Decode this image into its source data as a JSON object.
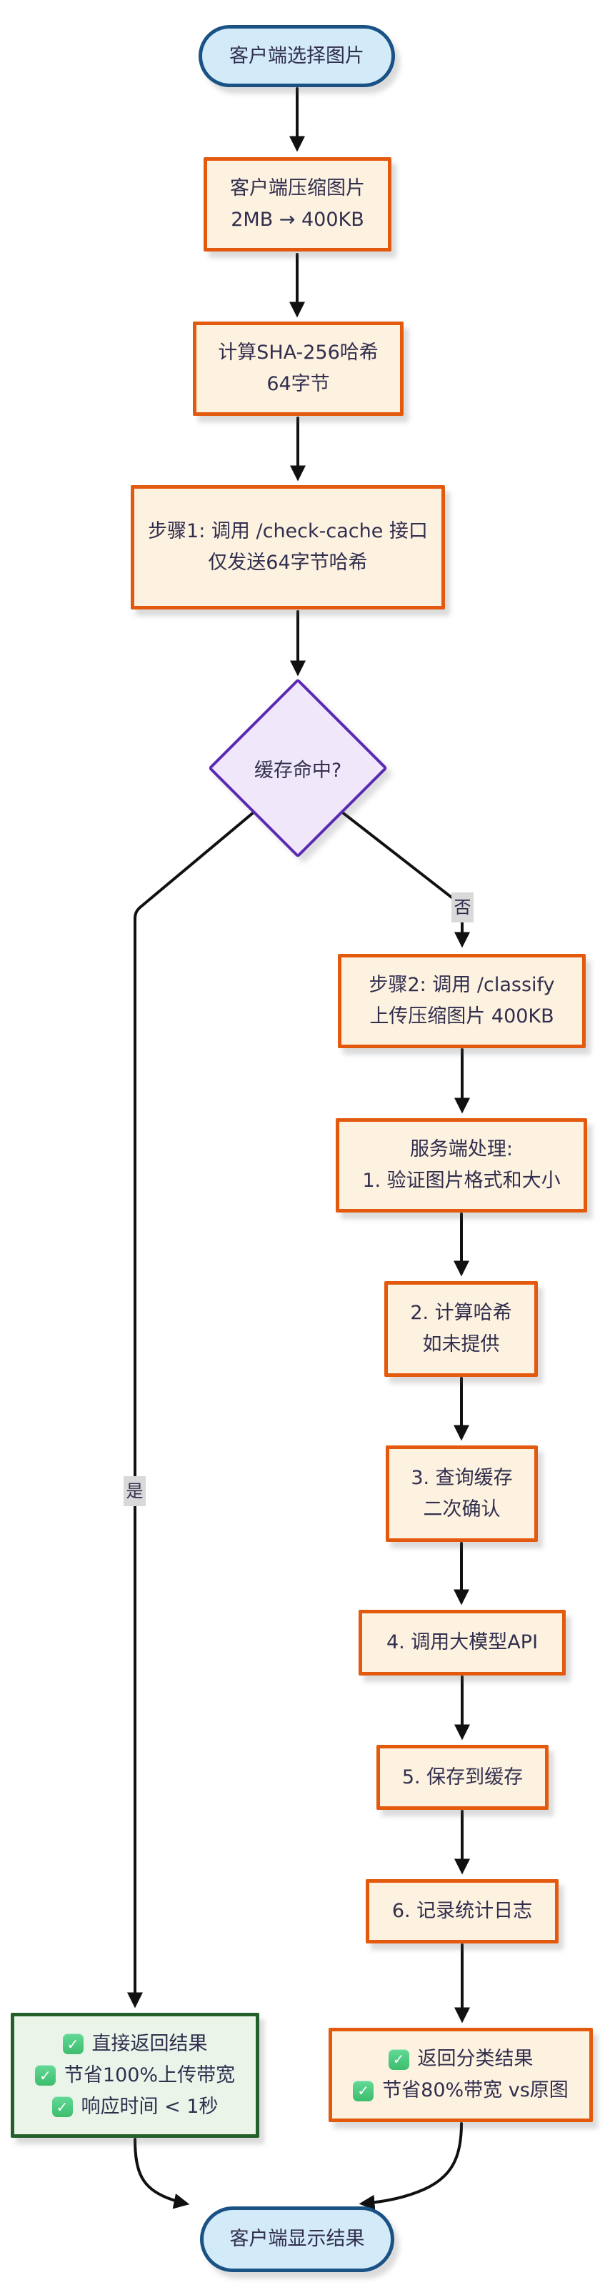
{
  "diagram_title": "image-classification-cache-flowchart",
  "colors": {
    "terminal_fill": "#d3eaf8",
    "terminal_border": "#1a5286",
    "process_fill": "#fdf1e0",
    "process_border": "#e35a0f",
    "decision_fill": "#f1e7fa",
    "decision_border": "#5b2ab3",
    "success_fill": "#eaf4e9",
    "success_border": "#24612a",
    "text": "#312f4e",
    "edge": "#111111",
    "edge_label_bg": "#d9d9d9",
    "check_green": "#3dbd6e"
  },
  "nodes": {
    "start": {
      "label": "客户端选择图片"
    },
    "compress": {
      "lines": [
        "客户端压缩图片",
        "2MB → 400KB"
      ]
    },
    "hash": {
      "lines": [
        "计算SHA-256哈希",
        "64字节"
      ]
    },
    "step1": {
      "lines": [
        "步骤1: 调用 /check-cache 接口",
        "仅发送64字节哈希"
      ]
    },
    "decision": {
      "label": "缓存命中?"
    },
    "step2": {
      "lines": [
        "步骤2: 调用 /classify",
        "上传压缩图片 400KB"
      ]
    },
    "server": {
      "lines": [
        "服务端处理:",
        "1. 验证图片格式和大小"
      ]
    },
    "calc_hash": {
      "lines": [
        "2. 计算哈希",
        "如未提供"
      ]
    },
    "query_cache": {
      "lines": [
        "3. 查询缓存",
        "二次确认"
      ]
    },
    "call_api": {
      "lines": [
        "4. 调用大模型API"
      ]
    },
    "save_cache": {
      "lines": [
        "5. 保存到缓存"
      ]
    },
    "log": {
      "lines": [
        "6. 记录统计日志"
      ]
    },
    "classify_result": {
      "items": [
        "返回分类结果",
        "节省80%带宽 vs原图"
      ]
    },
    "cache_result": {
      "items": [
        "直接返回结果",
        "节省100%上传带宽",
        "响应时间 < 1秒"
      ]
    },
    "end": {
      "label": "客户端显示结果"
    }
  },
  "edge_labels": {
    "yes": "是",
    "no": "否"
  }
}
